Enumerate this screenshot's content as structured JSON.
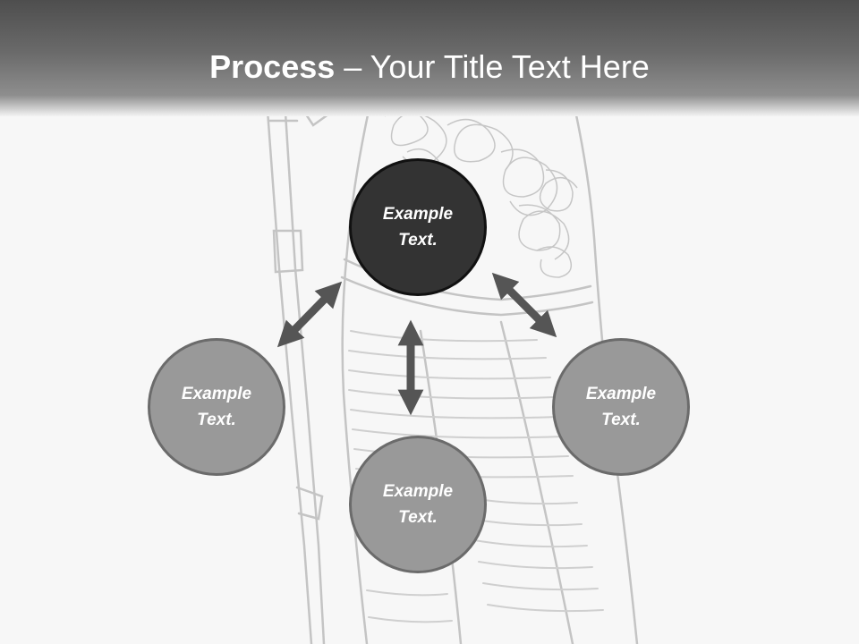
{
  "title": {
    "bold": "Process",
    "rest": " – Your Title Text Here"
  },
  "nodes": {
    "center": "Example Text.",
    "left": "Example Text.",
    "right": "Example Text.",
    "bottom": "Example Text."
  },
  "colors": {
    "header_dark": "#4e4e4e",
    "center_fill": "#333333",
    "node_fill": "#999999",
    "arrow": "#555555",
    "sketch": "#c8c8c8"
  }
}
